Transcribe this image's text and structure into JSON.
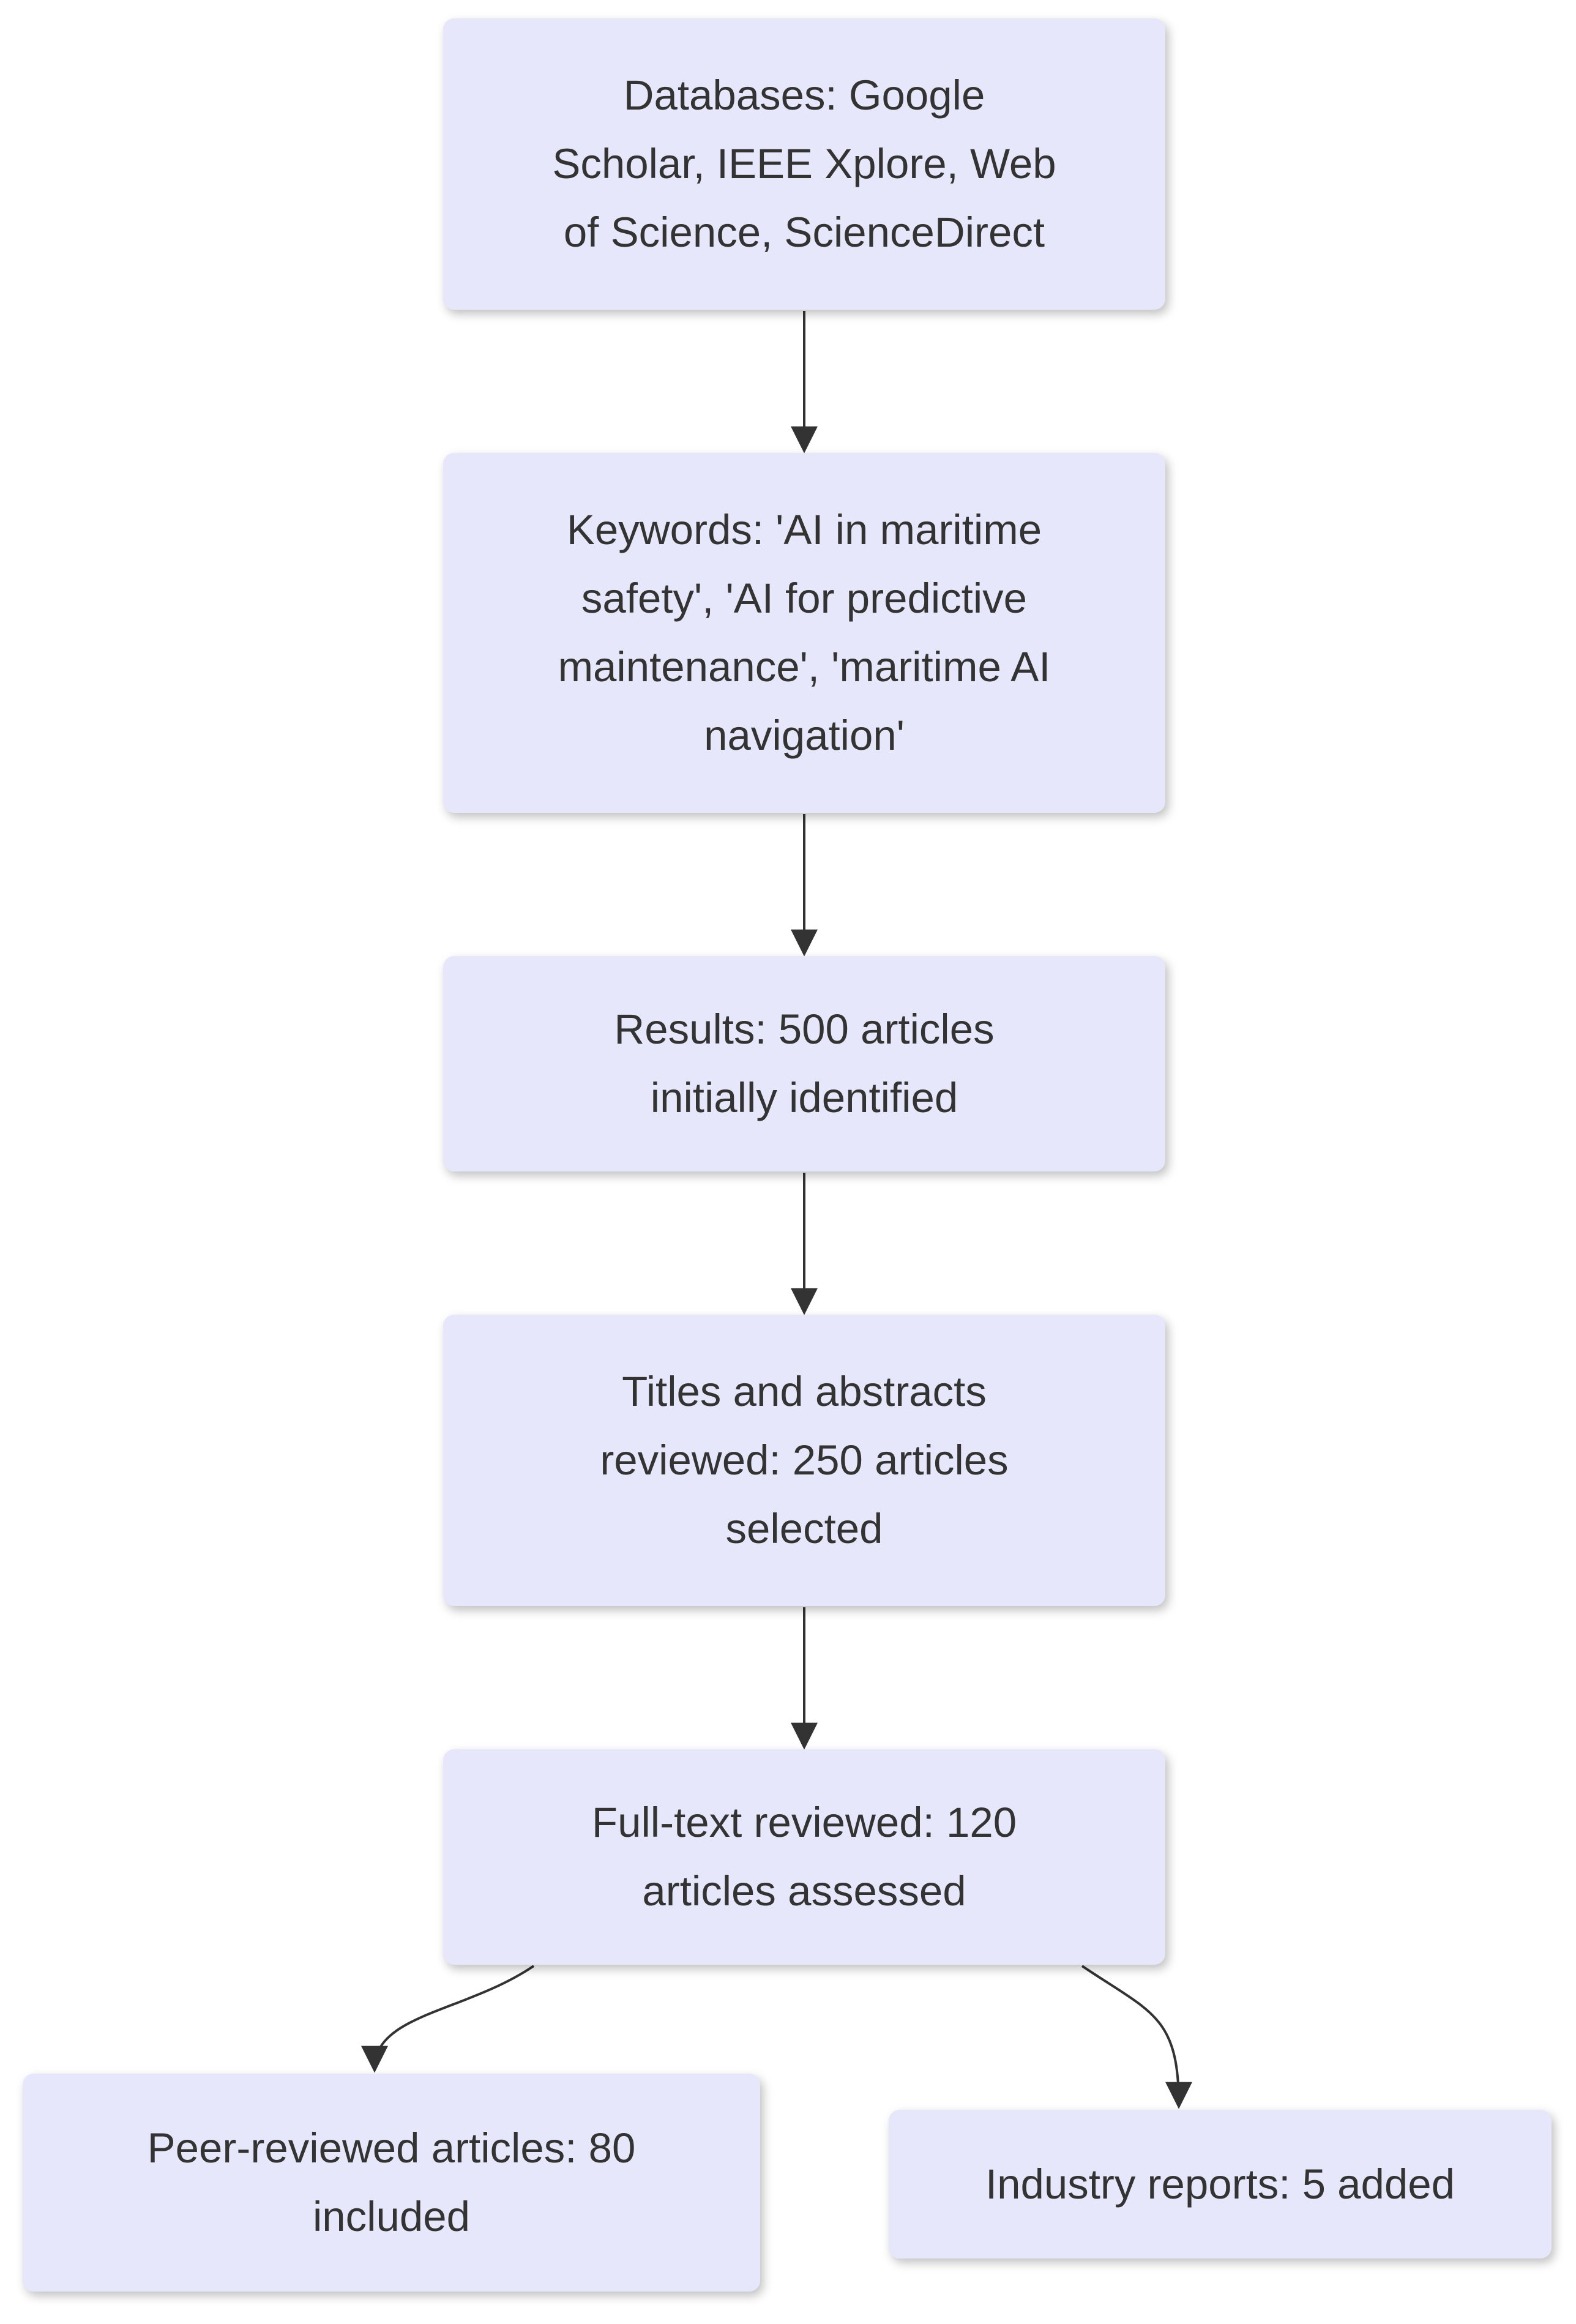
{
  "diagram": {
    "type": "flowchart",
    "direction": "top-down",
    "colors": {
      "node_fill": "#E7E7FB",
      "arrow": "#333333",
      "text": "#333333",
      "background": "#ffffff"
    },
    "nodes": [
      {
        "id": "databases",
        "label": "Databases: Google Scholar, IEEE Xplore, Web of Science, ScienceDirect",
        "lines": [
          "Databases: Google",
          "Scholar, IEEE Xplore, Web",
          "of Science, ScienceDirect"
        ]
      },
      {
        "id": "keywords",
        "label": "Keywords: 'AI in maritime safety', 'AI for predictive maintenance', 'maritime AI navigation'",
        "lines": [
          "Keywords: 'AI in maritime",
          "safety', 'AI for predictive",
          "maintenance', 'maritime AI",
          "navigation'"
        ]
      },
      {
        "id": "results",
        "label": "Results: 500 articles initially identified",
        "lines": [
          "Results: 500 articles",
          "initially identified"
        ]
      },
      {
        "id": "titles",
        "label": "Titles and abstracts reviewed: 250 articles selected",
        "lines": [
          "Titles and abstracts",
          "reviewed: 250 articles",
          "selected"
        ]
      },
      {
        "id": "fulltext",
        "label": "Full-text reviewed: 120 articles assessed",
        "lines": [
          "Full-text reviewed: 120",
          "articles assessed"
        ]
      },
      {
        "id": "peer",
        "label": "Peer-reviewed articles: 80 included",
        "lines": [
          "Peer-reviewed articles: 80",
          "included"
        ]
      },
      {
        "id": "industry",
        "label": "Industry reports: 5 added",
        "lines": [
          "Industry reports: 5 added"
        ]
      }
    ],
    "edges": [
      {
        "from": "databases",
        "to": "keywords"
      },
      {
        "from": "keywords",
        "to": "results"
      },
      {
        "from": "results",
        "to": "titles"
      },
      {
        "from": "titles",
        "to": "fulltext"
      },
      {
        "from": "fulltext",
        "to": "peer"
      },
      {
        "from": "fulltext",
        "to": "industry"
      }
    ]
  }
}
